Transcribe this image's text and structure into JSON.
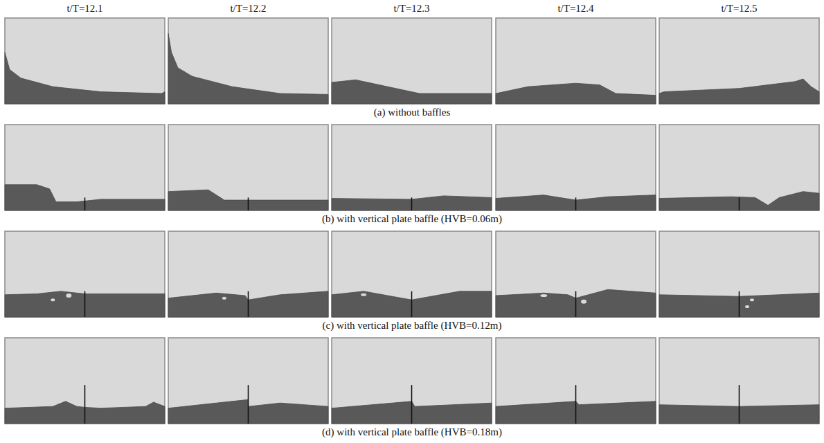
{
  "diagram": {
    "labels": [
      "t/T=12.1",
      "t/T=12.2",
      "t/T=12.3",
      "t/T=12.4",
      "t/T=12.5",
      "(a) without baffles",
      "(b) with vertical plate baffle (HVB=0.06m)",
      "(c) with vertical plate baffle (HVB=0.12m)",
      "(d) with vertical plate baffle (HVB=0.18m)"
    ]
  }
}
